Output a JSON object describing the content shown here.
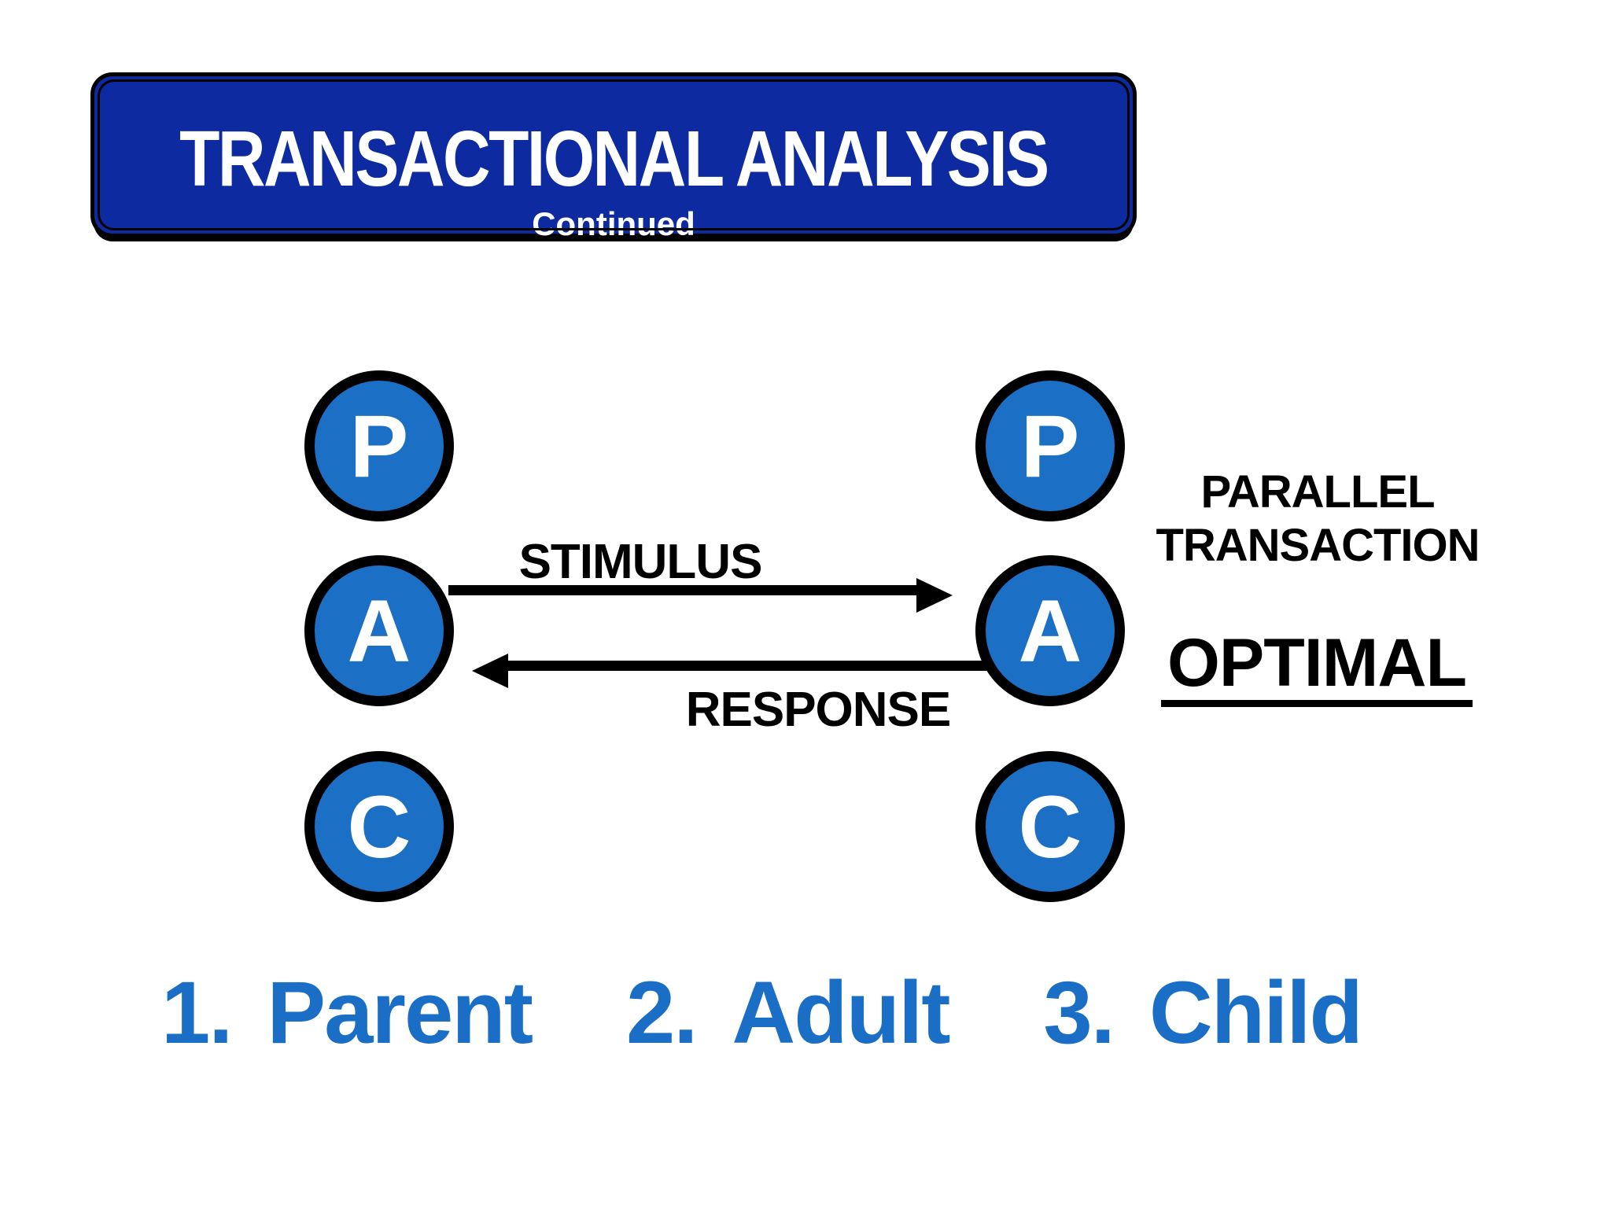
{
  "banner": {
    "title": "TRANSACTIONAL ANALYSIS",
    "subtitle": "Continued"
  },
  "circles": {
    "left": [
      "P",
      "A",
      "C"
    ],
    "right": [
      "P",
      "A",
      "C"
    ]
  },
  "arrows": {
    "stimulus": "STIMULUS",
    "response": "RESPONSE"
  },
  "annotations": {
    "parallel_line1": "PARALLEL",
    "parallel_line2": "TRANSACTION",
    "optimal": "OPTIMAL"
  },
  "legend": {
    "items": [
      {
        "number": "1.",
        "label": "Parent"
      },
      {
        "number": "2.",
        "label": "Adult"
      },
      {
        "number": "3.",
        "label": "Child"
      }
    ]
  },
  "colors": {
    "banner_blue": "#0d2aa1",
    "circle_blue": "#1b6fc4",
    "legend_blue": "#1b6ec6",
    "outline_black": "#000000",
    "text_white": "#ffffff"
  }
}
